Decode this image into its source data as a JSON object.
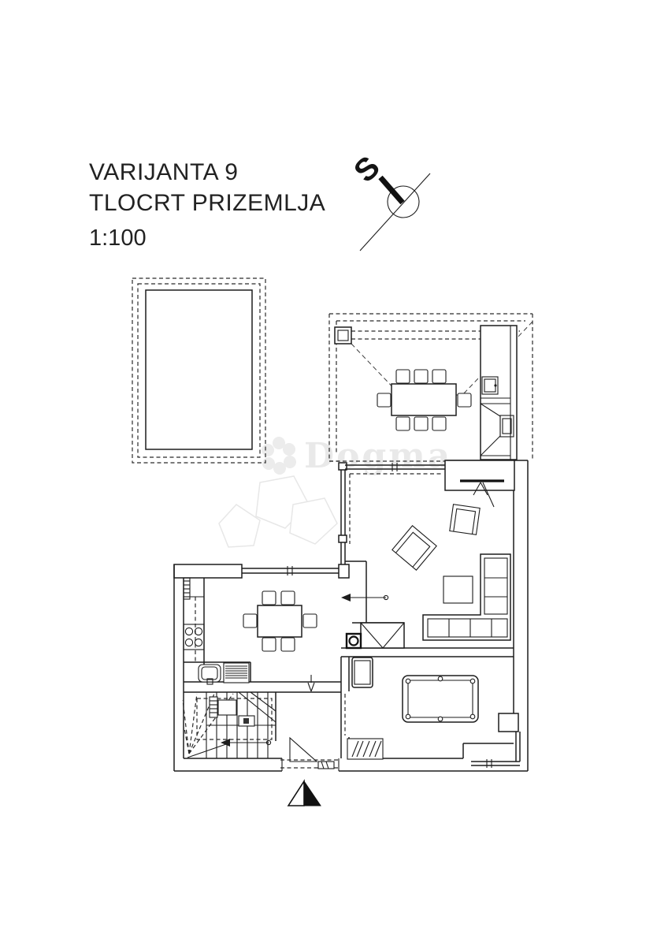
{
  "page": {
    "background": "#ffffff",
    "ink_color": "#1d1d1d",
    "watermark_color": "#e9e9e9"
  },
  "titles": {
    "variant": "VARIJANTA 9",
    "plan": "TLOCRT PRIZEMLJA",
    "scale": "1:100"
  },
  "north": {
    "label": "S"
  },
  "watermark": {
    "text": "Dogma"
  },
  "elements": [
    "north-arrow",
    "swimming-pool",
    "covered-terrace",
    "terrace-dining-table",
    "terrace-chairs",
    "outdoor-kitchen",
    "fireplace",
    "living-room",
    "tv-cabinet",
    "armchairs",
    "coffee-table",
    "corner-sofa",
    "kitchen-dining-table",
    "kitchen-counter",
    "cooktop",
    "kitchen-sink",
    "staircase",
    "entrance-door",
    "entrance-marker",
    "games-room",
    "billiard-table",
    "doormat"
  ]
}
